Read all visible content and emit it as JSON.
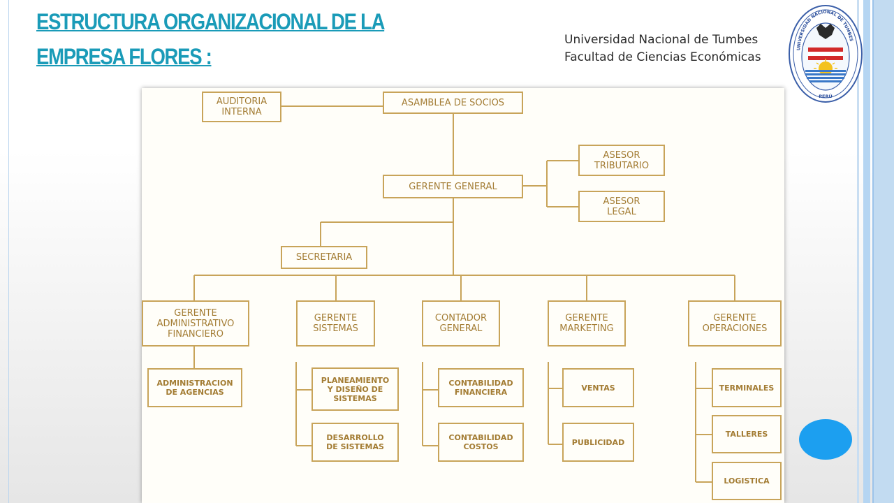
{
  "slide": {
    "title_lines": [
      "ESTRUCTURA ORGANIZACIONAL DE LA",
      "EMPRESA FLORES :"
    ],
    "institution": [
      "Universidad Nacional de Tumbes",
      "Facultad de Ciencias Económicas"
    ],
    "seal_text": {
      "ring": "UNIVERSIDAD NACIONAL DE TUMBES",
      "bottom": "PERÚ"
    }
  },
  "org": {
    "asamblea": "ASAMBLEA DE SOCIOS",
    "auditoria": "AUDITORIA\nINTERNA",
    "gerente_general": "GERENTE GENERAL",
    "asesor_tributario": "ASESOR\nTRIBUTARIO",
    "asesor_legal": "ASESOR\nLEGAL",
    "secretaria": "SECRETARIA",
    "ger_adm": "GERENTE\nADMINISTRATIVO\nFINANCIERO",
    "ger_sis": "GERENTE\nSISTEMAS",
    "contador": "CONTADOR\nGENERAL",
    "ger_mkt": "GERENTE\nMARKETING",
    "ger_ops": "GERENTE\nOPERACIONES",
    "adm_agencias": "ADMINISTRACION\nDE AGENCIAS",
    "planeamiento": "PLANEAMIENTO\nY DISEÑO DE\nSISTEMAS",
    "desarrollo": "DESARROLLO\nDE SISTEMAS",
    "cont_fin": "CONTABILIDAD\nFINANCIERA",
    "cont_cost": "CONTABILIDAD\nCOSTOS",
    "ventas": "VENTAS",
    "publicidad": "PUBLICIDAD",
    "terminales": "TERMINALES",
    "talleres": "TALLERES",
    "logistica": "LOGISTICA"
  },
  "colors": {
    "title": "#1a9bb8",
    "org_line": "#c8a45a",
    "org_text": "#a37c33",
    "button": "#1c9ff0"
  }
}
